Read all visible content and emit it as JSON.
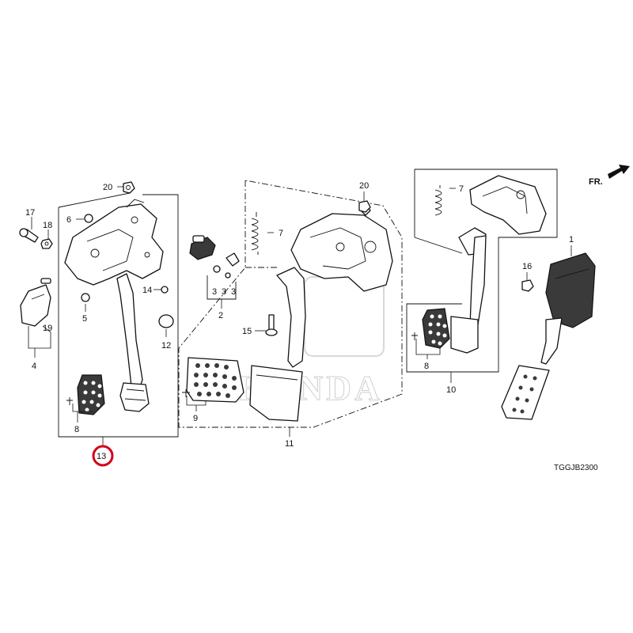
{
  "diagram": {
    "drawing_code": "TGGJB2300",
    "direction_label": "FR.",
    "watermark": "HONDA",
    "highlight_color": "#d0021b",
    "highlighted_part": "13",
    "callouts": {
      "p1": "1",
      "p2": "2",
      "p3a": "3",
      "p3b": "3",
      "p3c": "3",
      "p4": "4",
      "p5": "5",
      "p6": "6",
      "p7a": "7",
      "p7b": "7",
      "p8a": "8",
      "p8b": "8",
      "p9": "9",
      "p10": "10",
      "p11": "11",
      "p12": "12",
      "p13": "13",
      "p14": "14",
      "p15": "15",
      "p16": "16",
      "p17": "17",
      "p18": "18",
      "p19": "19",
      "p20a": "20",
      "p20b": "20"
    }
  }
}
